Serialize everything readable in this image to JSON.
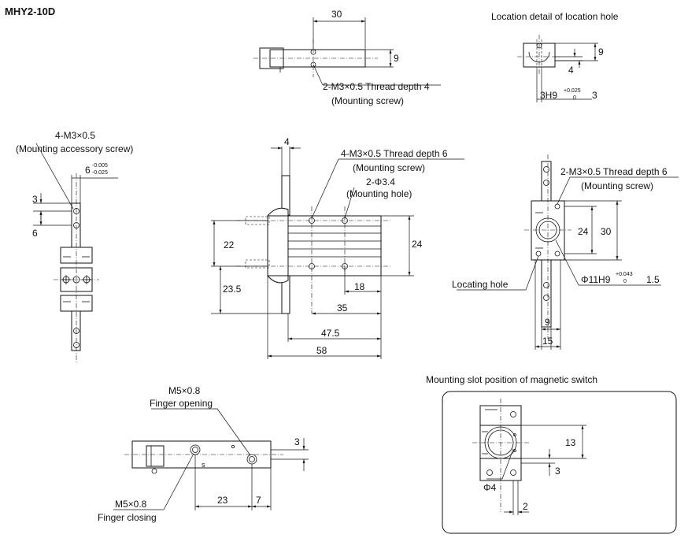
{
  "title": "MHY2-10D",
  "top_view": {
    "dim_30": "30",
    "dim_9": "9",
    "thread": "2-M3×0.5 Thread depth 4",
    "thread_note": "(Mounting screw)"
  },
  "location_detail": {
    "heading": "Location detail of location hole",
    "dim_9": "9",
    "dim_4": "4",
    "fit_main": "3H9",
    "fit_upper": "+0.025",
    "fit_lower": "0",
    "fit_depth": "3"
  },
  "left_view": {
    "thread": "4-M3×0.5",
    "thread_note": "(Mounting accessory screw)",
    "tol_base": "6",
    "tol_upper": "-0.005",
    "tol_lower": "-0.025",
    "dim_3": "3",
    "dim_6": "6"
  },
  "front_view": {
    "dim_4": "4",
    "thread": "4-M3×0.5 Thread depth 6",
    "thread_note": "(Mounting screw)",
    "hole": "2-Φ3.4",
    "hole_note": "(Mounting hole)",
    "dim_22": "22",
    "dim_24": "24",
    "dim_23_5": "23.5",
    "dim_18": "18",
    "dim_35": "35",
    "dim_47_5": "47.5",
    "dim_58": "58"
  },
  "right_view": {
    "thread": "2-M3×0.5 Thread depth 6",
    "thread_note": "(Mounting screw)",
    "dim_24": "24",
    "dim_30": "30",
    "locating_hole": "Locating hole",
    "fit_main": "Φ11H9",
    "fit_upper": "+0.043",
    "fit_lower": "0",
    "fit_depth": "1.5",
    "dim_9": "9",
    "dim_15": "15"
  },
  "bottom_view": {
    "open_thread": "M5×0.8",
    "open_label": "Finger opening",
    "close_thread": "M5×0.8",
    "close_label": "Finger closing",
    "s_mark": "s",
    "dim_3": "3",
    "dim_23": "23",
    "dim_7": "7"
  },
  "magnetic_switch": {
    "heading": "Mounting slot position of magnetic switch",
    "dim_13": "13",
    "dim_3": "3",
    "phi4": "Φ4",
    "dim_2": "2"
  }
}
